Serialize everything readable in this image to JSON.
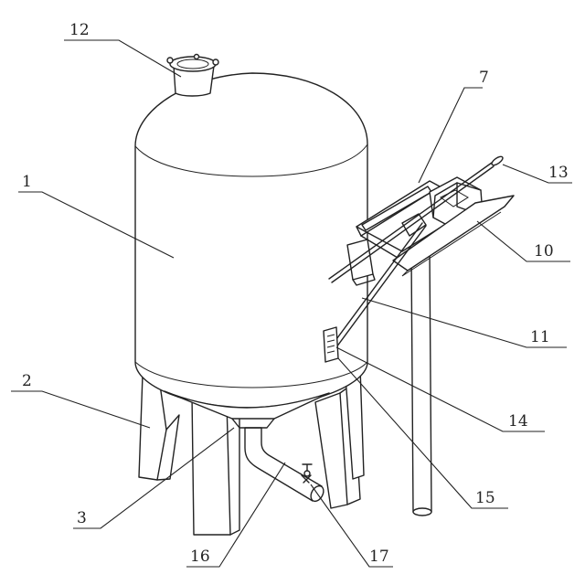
{
  "labels": {
    "l1": "1",
    "l2": "2",
    "l3": "3",
    "l7": "7",
    "l10": "10",
    "l11": "11",
    "l12": "12",
    "l13": "13",
    "l14": "14",
    "l15": "15",
    "l16": "16",
    "l17": "17"
  }
}
